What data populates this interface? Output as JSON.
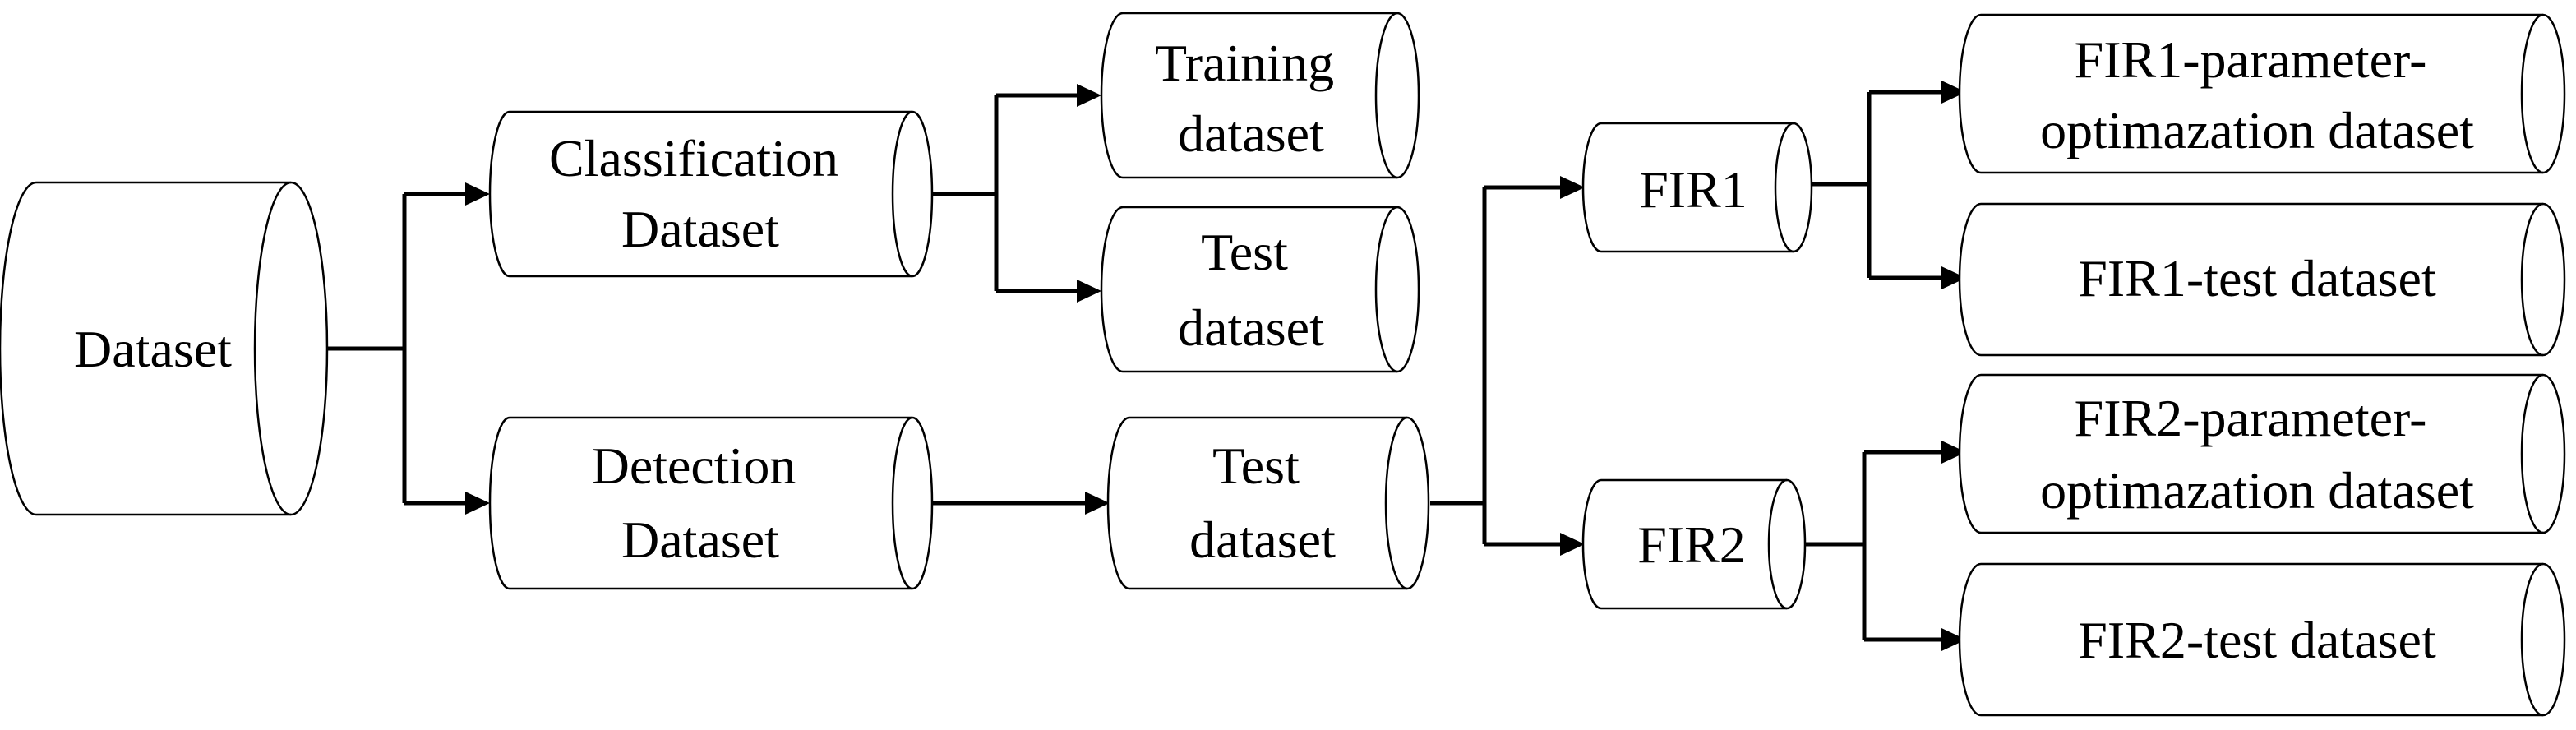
{
  "nodes": {
    "dataset": {
      "lines": [
        "Dataset"
      ]
    },
    "classification": {
      "lines": [
        "Classification",
        "Dataset"
      ]
    },
    "detection": {
      "lines": [
        "Detection",
        "Dataset"
      ]
    },
    "training": {
      "lines": [
        "Training",
        "dataset"
      ]
    },
    "test_cls": {
      "lines": [
        "Test",
        "dataset"
      ]
    },
    "test_det": {
      "lines": [
        "Test",
        "dataset"
      ]
    },
    "fir1": {
      "lines": [
        "FIR1"
      ]
    },
    "fir2": {
      "lines": [
        "FIR2"
      ]
    },
    "fir1_param": {
      "lines": [
        "FIR1-parameter-",
        "optimazation dataset"
      ]
    },
    "fir1_test": {
      "lines": [
        "FIR1-test dataset"
      ]
    },
    "fir2_param": {
      "lines": [
        "FIR2-parameter-",
        "optimazation dataset"
      ]
    },
    "fir2_test": {
      "lines": [
        "FIR2-test dataset"
      ]
    }
  },
  "colors": {
    "stroke": "#000000",
    "fill": "#ffffff",
    "background": "#ffffff"
  }
}
